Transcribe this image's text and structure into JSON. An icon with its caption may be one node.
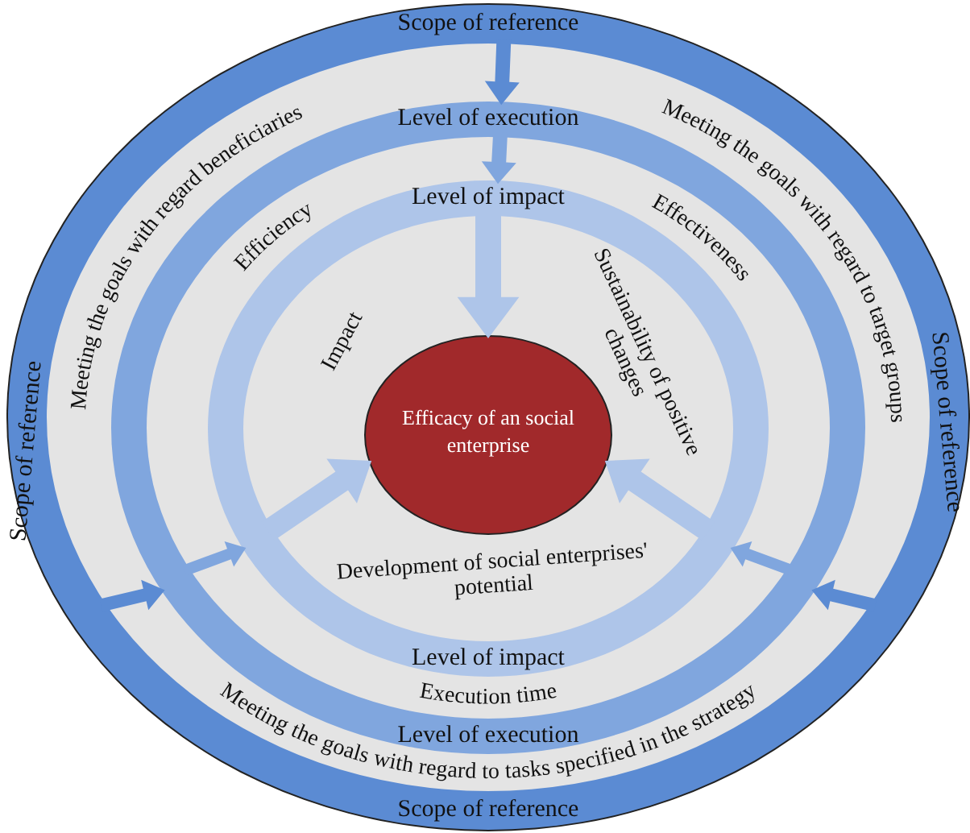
{
  "diagram": {
    "nodes": [
      {
        "text": [
          "Scope of reference",
          "Scope of reference",
          "Scope of reference",
          "Scope of reference"
        ]
      },
      {
        "text": [
          "Level of execution",
          "Level of execution"
        ],
        "in": 0
      },
      {
        "text": [
          "Level of impact",
          "Level of impact"
        ],
        "in": 1
      },
      {
        "text": [
          "Efficacy of an social enterprise"
        ],
        "in": 2
      }
    ],
    "edges": [
      {
        "from": 0,
        "to": 1,
        "arrow": "to"
      },
      {
        "from": 0,
        "to": 1,
        "arrow": "to"
      },
      {
        "from": 0,
        "to": 1,
        "arrow": "to"
      },
      {
        "from": 1,
        "to": 2,
        "arrow": "to"
      },
      {
        "from": 1,
        "to": 2,
        "arrow": "to"
      },
      {
        "from": 1,
        "to": 2,
        "arrow": "to"
      },
      {
        "from": 2,
        "to": 3,
        "arrow": "to"
      },
      {
        "from": 2,
        "to": 3,
        "arrow": "to"
      },
      {
        "from": 2,
        "to": 3,
        "arrow": "to"
      }
    ],
    "labels": [
      "Meeting the goals with regard beneficiaries",
      "Meeting the goals with regard to target groups",
      "Efficiency",
      "Effectiveness",
      "Impact",
      "Sustainability of positive changes",
      "Development of social enterprises' potential",
      "Execution time",
      "Meeting the goals with regard to tasks specified in the strategy"
    ]
  }
}
